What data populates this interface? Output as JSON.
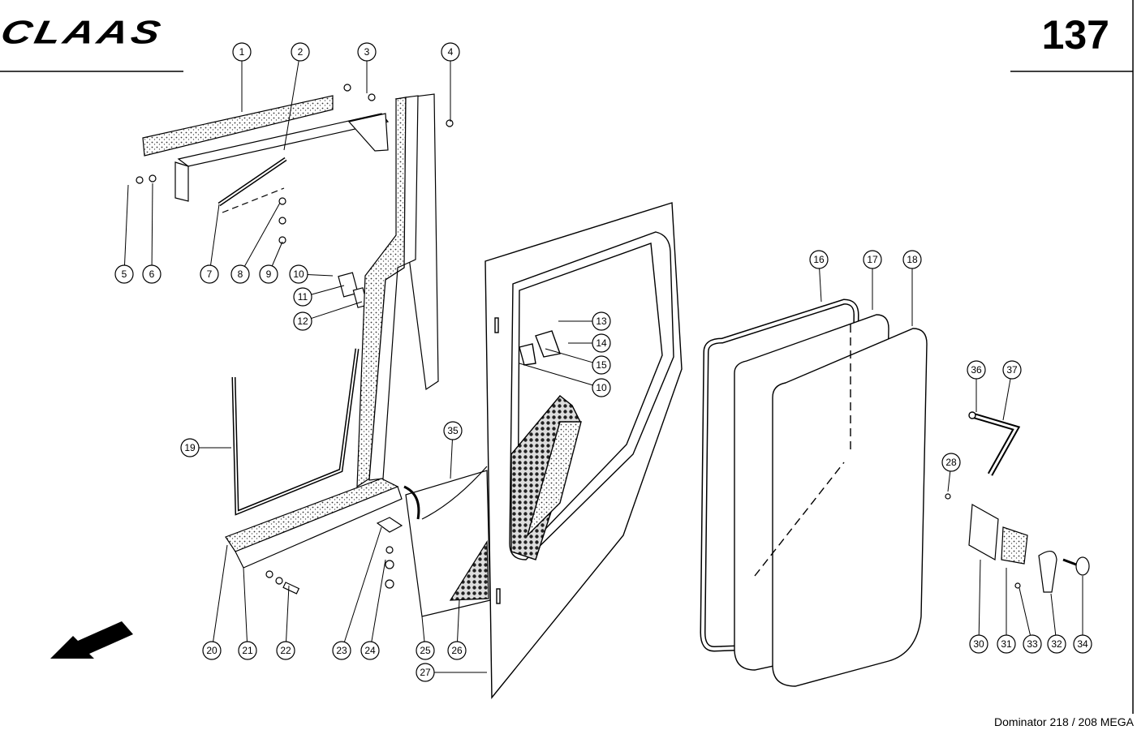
{
  "header": {
    "brand": "CLAAS",
    "page_number": "137"
  },
  "footer": {
    "model": "Dominator 218 / 208 MEGA"
  },
  "callouts": [
    {
      "id": "c1",
      "label": "1"
    },
    {
      "id": "c2",
      "label": "2"
    },
    {
      "id": "c3",
      "label": "3"
    },
    {
      "id": "c4",
      "label": "4"
    },
    {
      "id": "c5",
      "label": "5"
    },
    {
      "id": "c6",
      "label": "6"
    },
    {
      "id": "c7",
      "label": "7"
    },
    {
      "id": "c8",
      "label": "8"
    },
    {
      "id": "c9",
      "label": "9"
    },
    {
      "id": "c10a",
      "label": "10"
    },
    {
      "id": "c11",
      "label": "11"
    },
    {
      "id": "c12",
      "label": "12"
    },
    {
      "id": "c13",
      "label": "13"
    },
    {
      "id": "c14",
      "label": "14"
    },
    {
      "id": "c15",
      "label": "15"
    },
    {
      "id": "c10b",
      "label": "10"
    },
    {
      "id": "c16",
      "label": "16"
    },
    {
      "id": "c17",
      "label": "17"
    },
    {
      "id": "c18",
      "label": "18"
    },
    {
      "id": "c19",
      "label": "19"
    },
    {
      "id": "c35",
      "label": "35"
    },
    {
      "id": "c36",
      "label": "36"
    },
    {
      "id": "c37",
      "label": "37"
    },
    {
      "id": "c28",
      "label": "28"
    },
    {
      "id": "c20",
      "label": "20"
    },
    {
      "id": "c21",
      "label": "21"
    },
    {
      "id": "c22",
      "label": "22"
    },
    {
      "id": "c23",
      "label": "23"
    },
    {
      "id": "c24",
      "label": "24"
    },
    {
      "id": "c25",
      "label": "25"
    },
    {
      "id": "c26",
      "label": "26"
    },
    {
      "id": "c27",
      "label": "27"
    },
    {
      "id": "c30",
      "label": "30"
    },
    {
      "id": "c31",
      "label": "31"
    },
    {
      "id": "c33",
      "label": "33"
    },
    {
      "id": "c32",
      "label": "32"
    },
    {
      "id": "c34",
      "label": "34"
    }
  ]
}
